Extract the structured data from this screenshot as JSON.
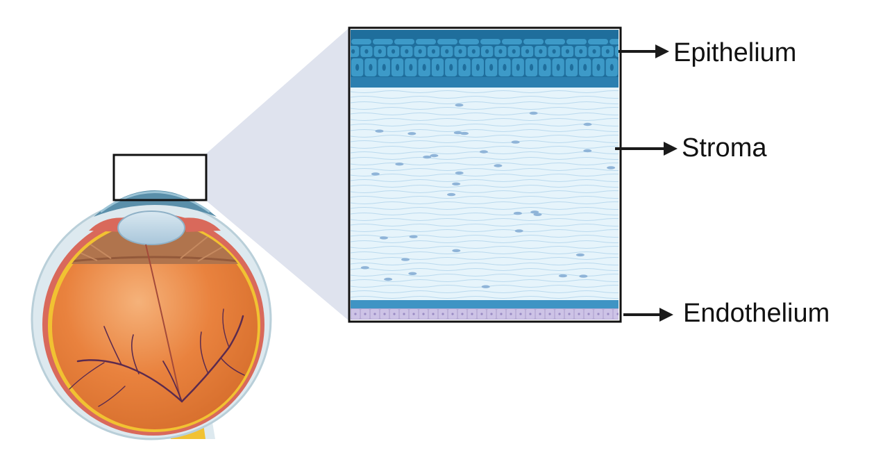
{
  "labels": {
    "epithelium": "Epithelium",
    "stroma": "Stroma",
    "endothelium": "Endothelium"
  },
  "colors": {
    "background": "#ffffff",
    "zoom_wedge": "#dfe3ee",
    "epithelium_cell": "#3d9ac8",
    "epithelium_nucleus": "#1f6e9c",
    "bowman_layer": "#2b7fb0",
    "stroma_fill": "#e6f4fb",
    "stroma_fiber": "#b9d9ee",
    "stroma_keratocyte": "#8fb4d8",
    "descemet_layer": "#3f94c4",
    "endothelium_cell": "#cdc3e6",
    "eye_sclera": "#dde9ef",
    "eye_choroid": "#d9695b",
    "eye_retina": "#f1c232",
    "eye_vitreous": "#e9823e",
    "eye_lens": "#c8dcea",
    "eye_cornea": "#5a8faa",
    "eye_vessels": "#5b2a4e",
    "arrow": "#1a1a1a"
  },
  "icons": {
    "arrow": "right-arrow-icon",
    "eye": "eyeball-cross-section-icon"
  }
}
